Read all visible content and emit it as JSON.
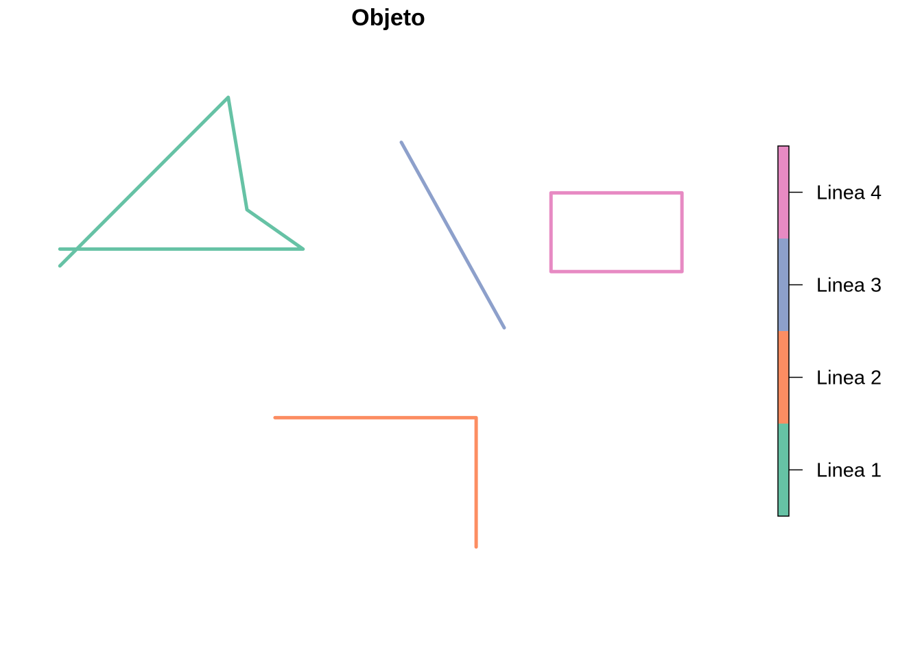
{
  "chart_data": {
    "type": "line",
    "title": "Objeto",
    "xlabel": "",
    "ylabel": "",
    "axes": "none",
    "grid": false,
    "legend_placement": "right",
    "legend_type": "colorbar",
    "series": [
      {
        "name": "Linea 1",
        "color": "#66C2A5",
        "points": [
          [
            -2,
            6
          ],
          [
            -0.2,
            9
          ],
          [
            0,
            7
          ],
          [
            0.6,
            6.3
          ],
          [
            -2,
            6.3
          ]
        ]
      },
      {
        "name": "Linea 2",
        "color": "#FC8D62",
        "points": [
          [
            0.3,
            3.3
          ],
          [
            2.45,
            3.3
          ],
          [
            2.45,
            1
          ]
        ]
      },
      {
        "name": "Linea 3",
        "color": "#8DA0CB",
        "points": [
          [
            1.65,
            8.2
          ],
          [
            2.75,
            4.9
          ]
        ]
      },
      {
        "name": "Linea 4",
        "color": "#E78AC3",
        "points": [
          [
            3.25,
            7.3
          ],
          [
            4.65,
            7.3
          ],
          [
            4.65,
            5.9
          ],
          [
            3.25,
            5.9
          ],
          [
            3.25,
            7.3
          ]
        ]
      }
    ],
    "xlim": [
      -2.2,
      5.5
    ],
    "ylim": [
      0,
      10
    ]
  }
}
